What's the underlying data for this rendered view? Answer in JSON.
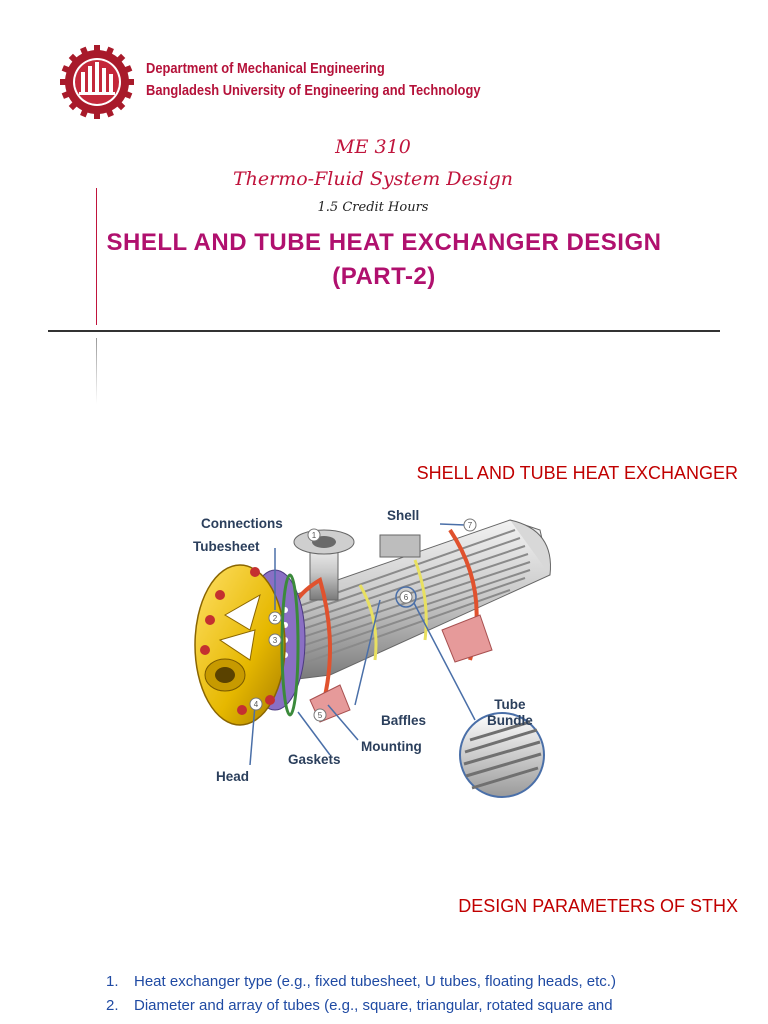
{
  "header": {
    "department": "Department of Mechanical Engineering",
    "university": "Bangladesh University of Engineering and Technology"
  },
  "course": {
    "code": "ME 310",
    "subject": "Thermo-Fluid System Design",
    "credit": "1.5 Credit Hours"
  },
  "title": {
    "line1": "SHELL AND TUBE HEAT EXCHANGER DESIGN",
    "line2": "(PART-2)"
  },
  "section1": {
    "heading": "SHELL AND TUBE HEAT EXCHANGER",
    "labels": {
      "connections": "Connections",
      "tubesheet": "Tubesheet",
      "shell": "Shell",
      "baffles": "Baffles",
      "mounting": "Mounting",
      "gaskets": "Gaskets",
      "head": "Head",
      "tube_bundle_1": "Tube",
      "tube_bundle_2": "Bundle"
    },
    "callouts": [
      "1",
      "2",
      "3",
      "4",
      "5",
      "6",
      "7"
    ]
  },
  "section2": {
    "heading": "DESIGN PARAMETERS OF STHX",
    "items": [
      {
        "num": "1.",
        "text": "Heat exchanger type (e.g., fixed tubesheet, U tubes, floating heads, etc.)"
      },
      {
        "num": "2.",
        "text": "Diameter and array of tubes (e.g., square, triangular, rotated square and"
      }
    ]
  },
  "colors": {
    "maroon": "#b5123a",
    "magenta": "#b0106e",
    "red": "#c00000",
    "blue": "#1f4aa3"
  },
  "icons": {
    "logo": "buet-gear-logo"
  }
}
